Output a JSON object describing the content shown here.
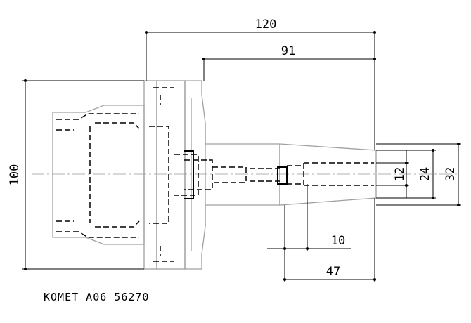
{
  "drawing": {
    "caption": "KOMET A06 56270",
    "dimensions": {
      "overall_length": "120",
      "shank_length": "91",
      "flange_diameter": "100",
      "bore_diameter": "12",
      "collar_diameter": "24",
      "tip_diameter": "32",
      "clamp_length": "10",
      "nose_length": "47"
    },
    "colors": {
      "outline": "#a0a0a0",
      "hidden": "#000000",
      "dimension": "#000000"
    }
  }
}
